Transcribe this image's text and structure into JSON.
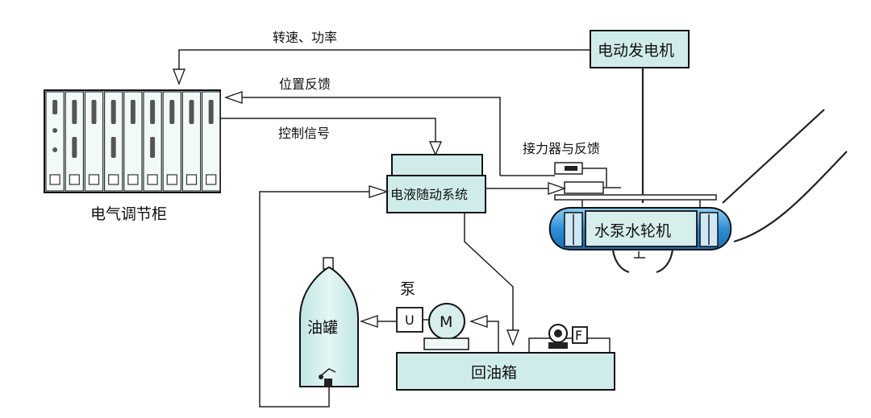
{
  "labels": {
    "generator": "电动发电机",
    "speed_power": "转速、功率",
    "position_feedback": "位置反馈",
    "control_signal": "控制信号",
    "contactor_feedback": "接力器与反馈",
    "servo_system": "电液随动系统",
    "pump_turbine": "水泵水轮机",
    "cabinet": "电气调节柜",
    "pump": "泵",
    "oil_tank": "油罐",
    "u_label": "U",
    "m_label": "M",
    "f_label": "F",
    "sump": "回油箱"
  },
  "colors": {
    "box_fill": "#cfeceb",
    "turbine_blue": "#2e8fd6",
    "line": "#222222"
  }
}
